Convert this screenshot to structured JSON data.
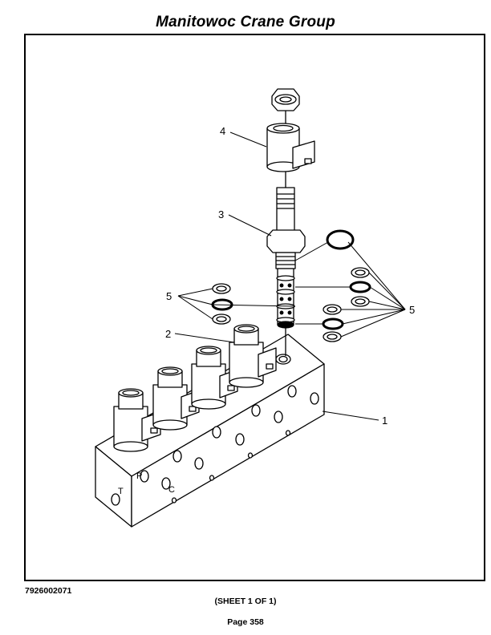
{
  "header": {
    "title": "Manitowoc Crane Group"
  },
  "drawing": {
    "callouts": {
      "c1": "1",
      "c2": "2",
      "c3": "3",
      "c4": "4",
      "c5_left": "5",
      "c5_right": "5"
    },
    "port_labels": {
      "p": "P",
      "c": "C",
      "t": "T"
    }
  },
  "footer": {
    "drawing_number": "7926002071",
    "sheet": "(SHEET 1 OF 1)",
    "page": "Page 358"
  }
}
